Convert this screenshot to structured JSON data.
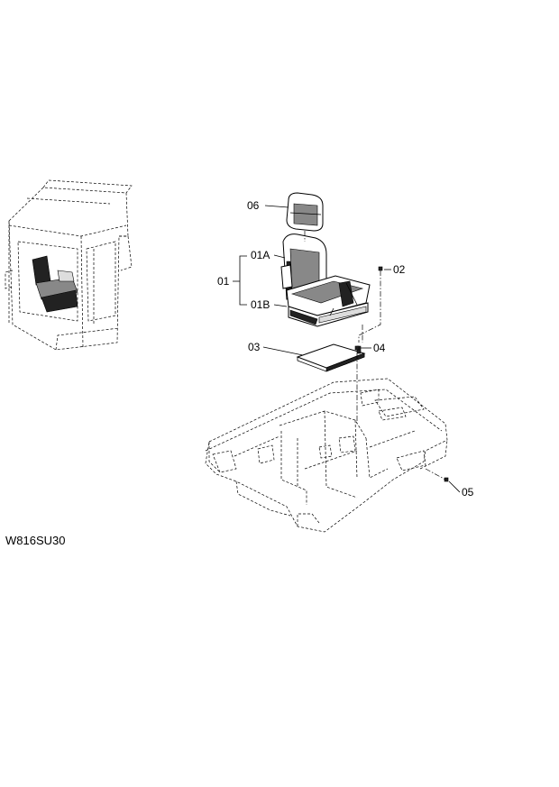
{
  "diagram": {
    "code": "W816SU30",
    "callouts": {
      "c06": "06",
      "c01A": "01A",
      "c01": "01",
      "c01B": "01B",
      "c02": "02",
      "c03": "03",
      "c04": "04",
      "c05": "05"
    }
  }
}
